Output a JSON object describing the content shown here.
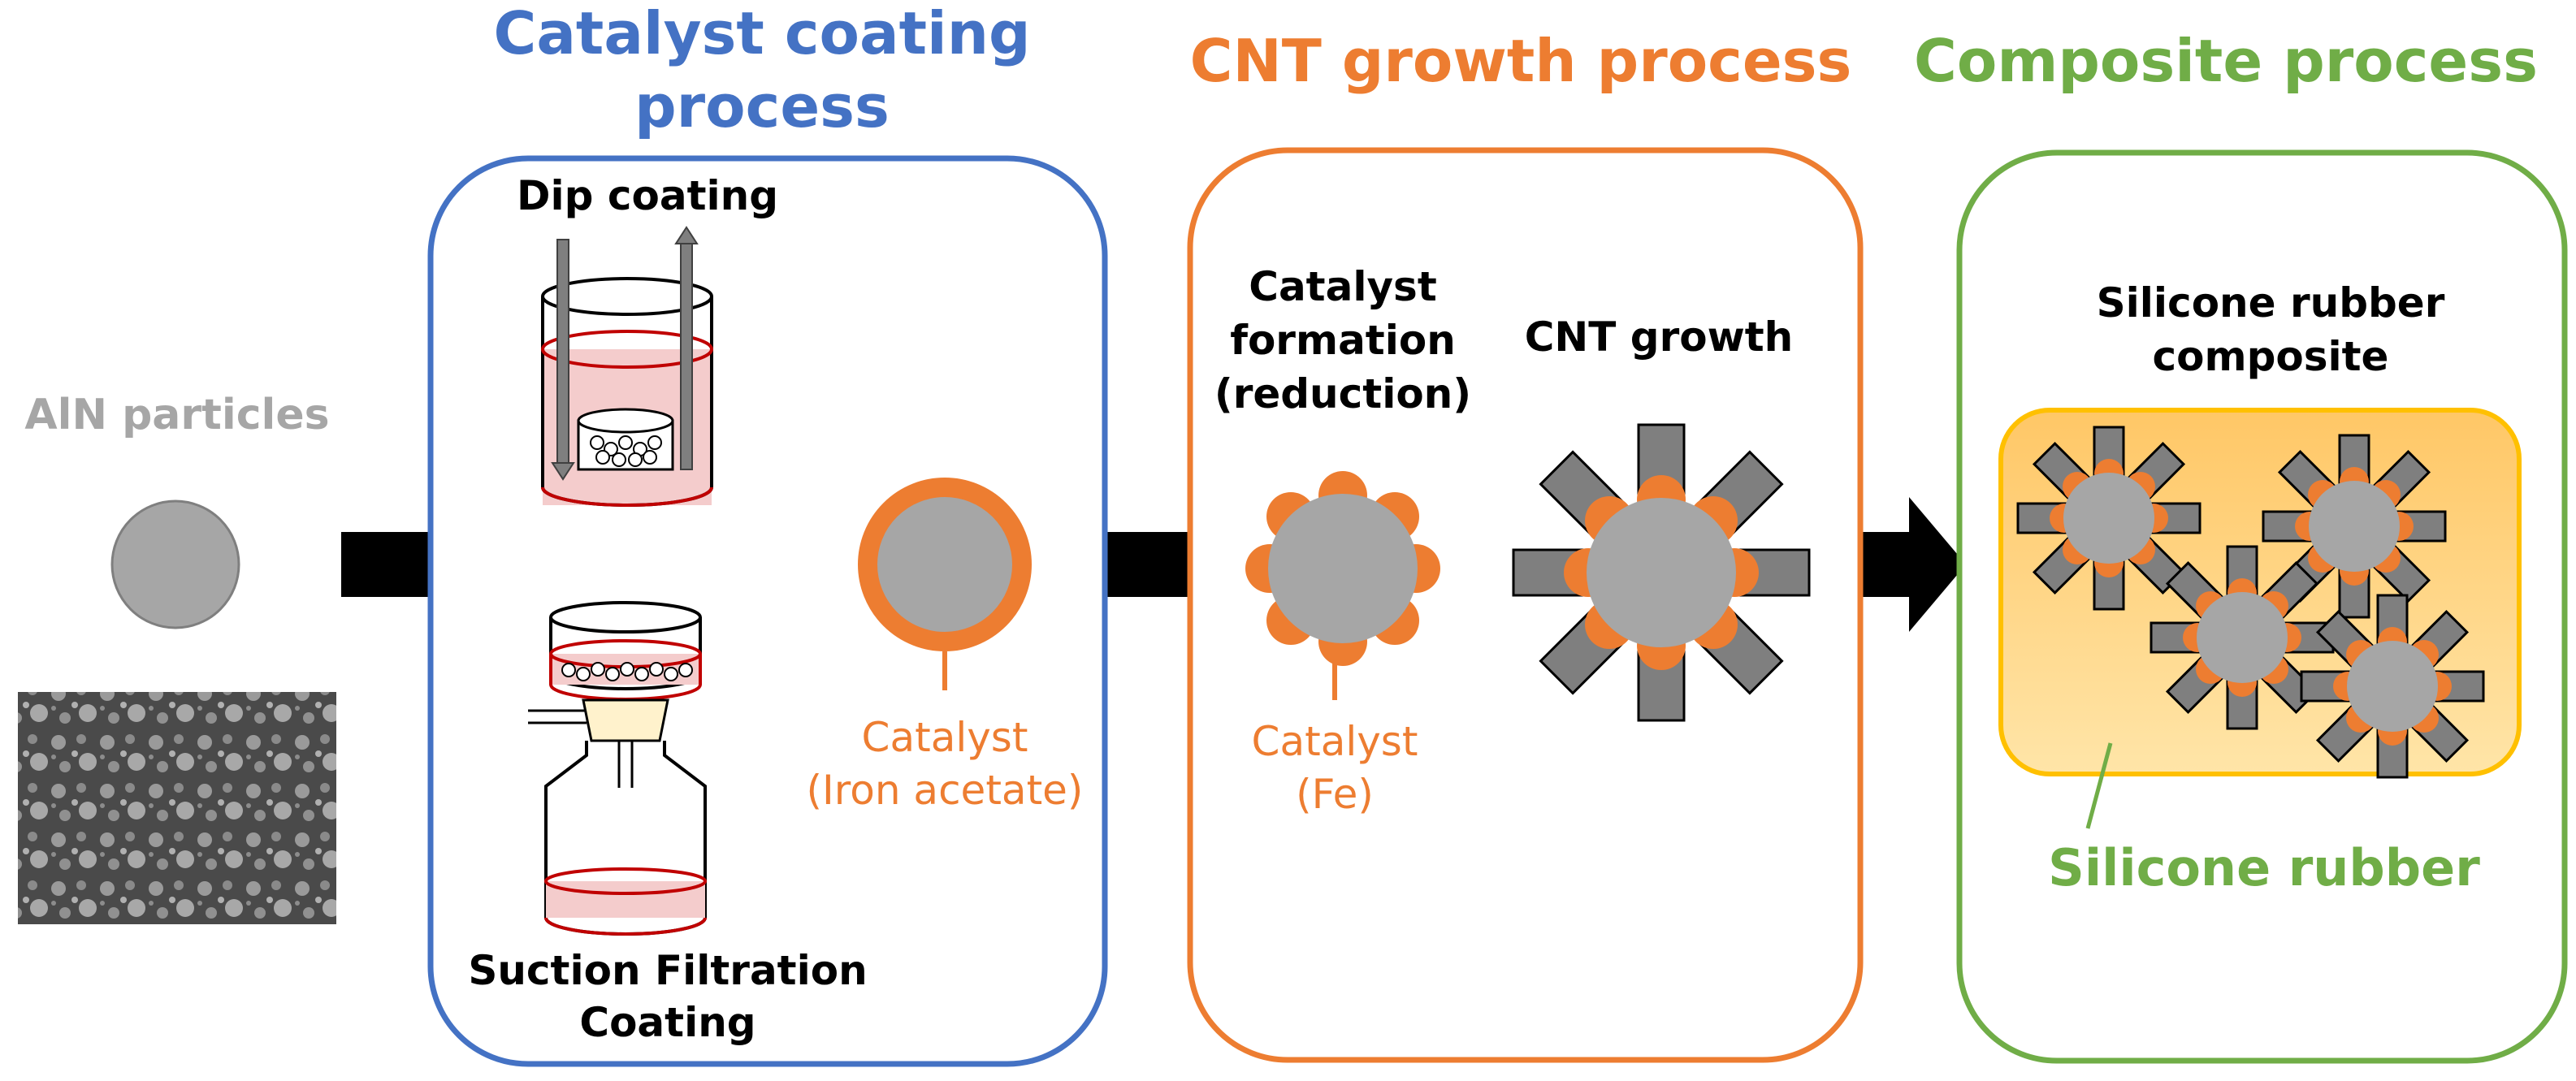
{
  "colors": {
    "blue": "#4472C4",
    "orange": "#ED7D31",
    "green": "#70AD47",
    "gray_particle": "#A6A6A6",
    "black_arrow": "#000000",
    "rubber_fill": "#FFD27F",
    "rubber_border": "#FFC000"
  },
  "start": {
    "label": "AlN particles"
  },
  "stages": [
    {
      "title_line1": "Catalyst coating",
      "title_line2": "process",
      "dip_label": "Dip coating",
      "suction_label_line1": "Suction Filtration",
      "suction_label_line2": "Coating",
      "catalyst_label_line1": "Catalyst",
      "catalyst_label_line2": "(Iron acetate)"
    },
    {
      "title": "CNT growth process",
      "formation_line1": "Catalyst",
      "formation_line2": "formation",
      "formation_line3": "(reduction)",
      "growth_label": "CNT growth",
      "catalyst_label_line1": "Catalyst",
      "catalyst_label_line2": "(Fe)"
    },
    {
      "title": "Composite process",
      "composite_line1": "Silicone rubber",
      "composite_line2": "composite",
      "rubber_label": "Silicone rubber"
    }
  ]
}
